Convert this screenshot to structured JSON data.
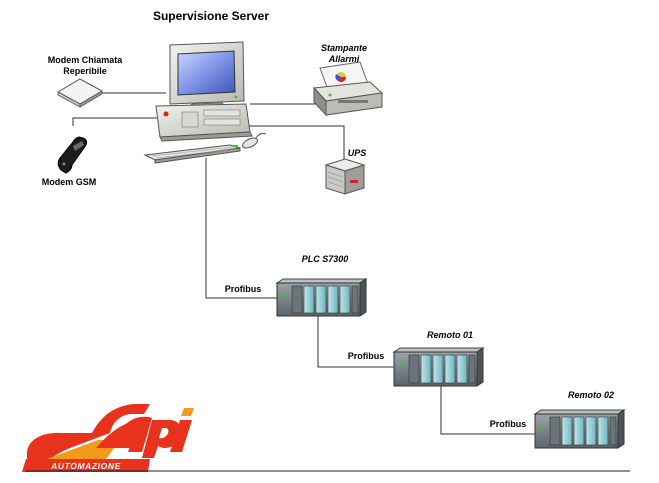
{
  "diagram": {
    "title": "Supervisione Server",
    "devices": {
      "modem_chiamata": [
        "Modem Chiamata",
        "Reperibile"
      ],
      "modem_gsm": "Modem GSM",
      "printer": [
        "Stampante",
        "Allarmi"
      ],
      "ups": "UPS",
      "plc": "PLC S7300",
      "remote1": "Remoto 01",
      "remote2": "Remoto 02"
    },
    "links": {
      "profibus1": "Profibus",
      "profibus2": "Profibus",
      "profibus3": "Profibus"
    }
  },
  "logo": {
    "letters": "Sapi",
    "tagline": "AUTOMAZIONE",
    "colors": {
      "primary": "#e8321c",
      "secondary": "#f39a1a"
    }
  }
}
